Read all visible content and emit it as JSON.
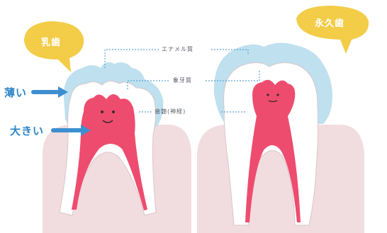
{
  "bubbles": {
    "baby_teeth": "乳歯",
    "permanent_teeth": "永久歯"
  },
  "labels": {
    "enamel": "エナメル質",
    "dentin": "象牙質",
    "pulp": "歯髄(神経)"
  },
  "side_labels": {
    "thin": "薄い",
    "large": "大きい"
  },
  "colors": {
    "bubble": "#f3cc48",
    "enamel": "#bfe0ef",
    "dentin": "#ffffff",
    "pulp": "#ee4c6f",
    "gum": "#f1dde0",
    "arrow": "#3d8fd0",
    "dotted_line": "#5aa5d8"
  }
}
